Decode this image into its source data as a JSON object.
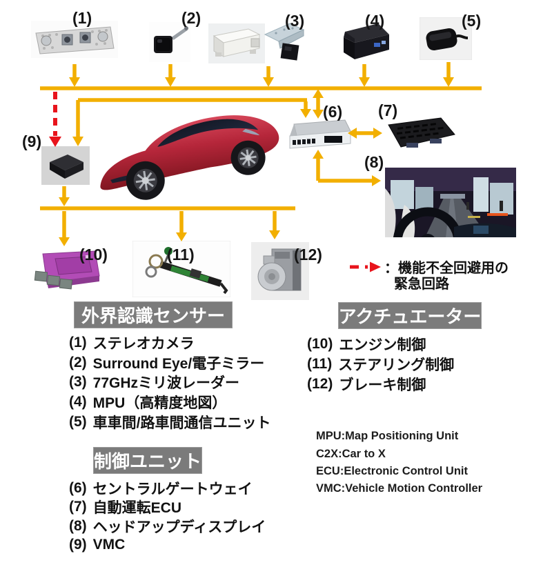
{
  "colors": {
    "bus_yellow": "#F2AF00",
    "alert_red": "#E8141C",
    "header_gray": "#7B7B7B"
  },
  "nodes": {
    "n1": {
      "label": "(1)"
    },
    "n2": {
      "label": "(2)"
    },
    "n3": {
      "label": "(3)"
    },
    "n4": {
      "label": "(4)"
    },
    "n5": {
      "label": "(5)"
    },
    "n6": {
      "label": "(6)"
    },
    "n7": {
      "label": "(7)"
    },
    "n8": {
      "label": "(8)"
    },
    "n9": {
      "label": "(9)"
    },
    "n10": {
      "label": "(10)"
    },
    "n11": {
      "label": "(11)"
    },
    "n12": {
      "label": "(12)"
    }
  },
  "legend": {
    "line1": "：機能不全回避用の",
    "line2": "緊急回路"
  },
  "sections": {
    "sensors": {
      "header": "外界認識センサー",
      "items": [
        {
          "no": "(1)",
          "text": "ステレオカメラ"
        },
        {
          "no": "(2)",
          "text": "Surround Eye/電子ミラー"
        },
        {
          "no": "(3)",
          "text": "77GHzミリ波レーダー"
        },
        {
          "no": "(4)",
          "text": "MPU（高精度地図）"
        },
        {
          "no": "(5)",
          "text": "車車間/路車間通信ユニット"
        }
      ]
    },
    "control": {
      "header": "制御ユニット",
      "items": [
        {
          "no": "(6)",
          "text": "セントラルゲートウェイ"
        },
        {
          "no": "(7)",
          "text": "自動運転ECU"
        },
        {
          "no": "(8)",
          "text": "ヘッドアップディスプレイ"
        },
        {
          "no": "(9)",
          "text": "VMC"
        }
      ]
    },
    "actuators": {
      "header": "アクチュエーター",
      "items": [
        {
          "no": "(10)",
          "text": "エンジン制御"
        },
        {
          "no": "(11)",
          "text": "ステアリング制御"
        },
        {
          "no": "(12)",
          "text": "ブレーキ制御"
        }
      ]
    }
  },
  "glossary": [
    "MPU:Map Positioning Unit",
    "C2X:Car to X",
    "ECU:Electronic Control Unit",
    "VMC:Vehicle Motion Controller"
  ]
}
